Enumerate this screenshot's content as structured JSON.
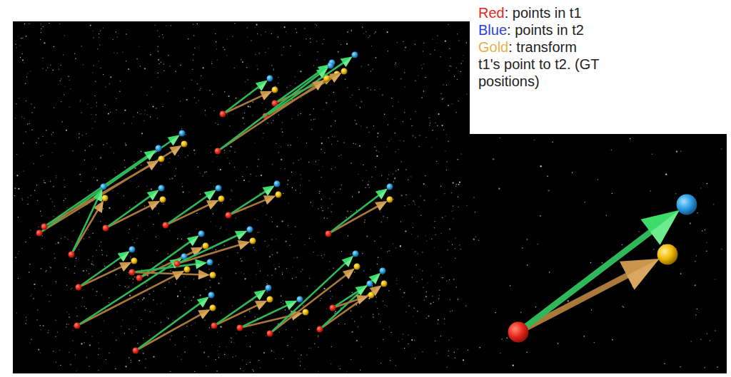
{
  "diagram": {
    "legend": [
      {
        "text": "Red: points in t1",
        "color": "#e8261b"
      },
      {
        "text": "Blue: points in t2",
        "color": "#2b3fd8"
      },
      {
        "text": "Gold: transform t1's point to t2. (GT positions)",
        "color": "#e8b04a"
      }
    ]
  }
}
